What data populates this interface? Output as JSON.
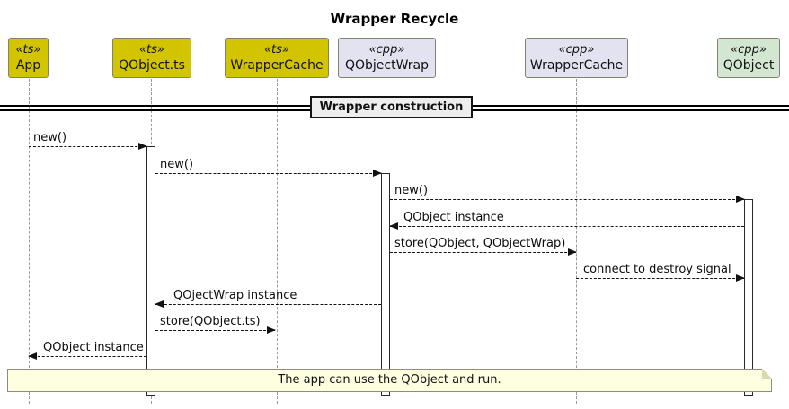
{
  "title": "Wrapper Recycle",
  "divider": {
    "label": "Wrapper construction"
  },
  "participants": [
    {
      "stereotype": "«ts»",
      "name": "App"
    },
    {
      "stereotype": "«ts»",
      "name": "QObject.ts"
    },
    {
      "stereotype": "«ts»",
      "name": "WrapperCache"
    },
    {
      "stereotype": "«cpp»",
      "name": "QObjectWrap"
    },
    {
      "stereotype": "«cpp»",
      "name": "WrapperCache"
    },
    {
      "stereotype": "«cpp»",
      "name": "QObject"
    }
  ],
  "messages": [
    {
      "label": "new()",
      "from": "App",
      "to": "QObject.ts"
    },
    {
      "label": "new()",
      "from": "QObject.ts",
      "to": "QObjectWrap"
    },
    {
      "label": "new()",
      "from": "QObjectWrap",
      "to": "QObject"
    },
    {
      "label": "QObject instance",
      "from": "QObject",
      "to": "QObjectWrap"
    },
    {
      "label": "store(QObject, QObjectWrap)",
      "from": "QObjectWrap",
      "to": "WrapperCache (cpp)"
    },
    {
      "label": "connect to destroy signal",
      "from": "WrapperCache (cpp)",
      "to": "QObject"
    },
    {
      "label": "QOjectWrap instance",
      "from": "QObjectWrap",
      "to": "QObject.ts"
    },
    {
      "label": "store(QObject.ts)",
      "from": "QObject.ts",
      "to": "WrapperCache (ts)"
    },
    {
      "label": "QObject instance",
      "from": "QObject.ts",
      "to": "App"
    }
  ],
  "note": {
    "text": "The app can use the QObject and run."
  },
  "colors": {
    "ts_fill": "#d2c500",
    "cpp_fill": "#e2e2f0",
    "qobject_fill": "#d3e6d1",
    "box_border": "#83836b",
    "note_fill": "#fefee0",
    "note_border": "#8f8f78",
    "lifeline": "#999999",
    "divider_fill": "#eeeeee",
    "arrow": "#121212"
  }
}
